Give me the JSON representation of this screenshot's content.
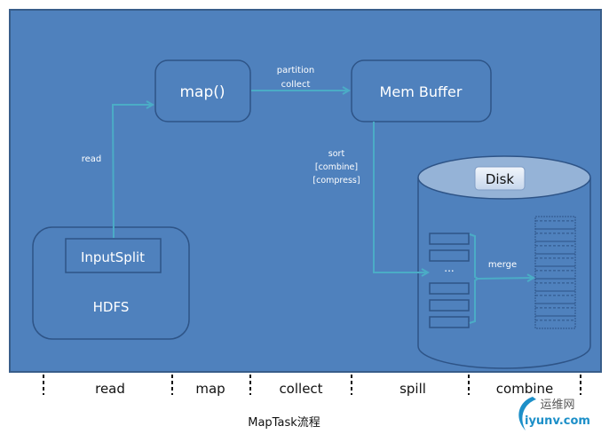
{
  "title": "MapTask流程",
  "colors": {
    "panel_fill": "#4f81bd",
    "panel_border": "#385d8a",
    "box_border": "#2e5487",
    "arrow": "#4bacc6",
    "disk_top": "#95b3d7",
    "disk_label_bg": "#dbe5f1",
    "text_light": "#ffffff",
    "text_dark": "#111111"
  },
  "nodes": {
    "map": {
      "label": "map()"
    },
    "mem_buffer": {
      "label": "Mem Buffer"
    },
    "hdfs": {
      "label": "HDFS"
    },
    "input_split": {
      "label": "InputSplit"
    },
    "disk": {
      "label": "Disk"
    }
  },
  "edges": {
    "read": {
      "label": "read"
    },
    "partition_collect": {
      "label_line1": "partition",
      "label_line2": "collect"
    },
    "spill": {
      "label_line1": "sort",
      "label_line2": "[combine]",
      "label_line3": "[compress]"
    },
    "merge": {
      "label": "merge"
    }
  },
  "spill_files": {
    "ellipsis": "...",
    "count_above": 2,
    "count_below": 3
  },
  "merged_file": {
    "segments": 9
  },
  "stages": [
    {
      "label": "read"
    },
    {
      "label": "map"
    },
    {
      "label": "collect"
    },
    {
      "label": "spill"
    },
    {
      "label": "combine"
    }
  ],
  "watermark": {
    "cn": "运维网",
    "en": "iyunv.com"
  }
}
